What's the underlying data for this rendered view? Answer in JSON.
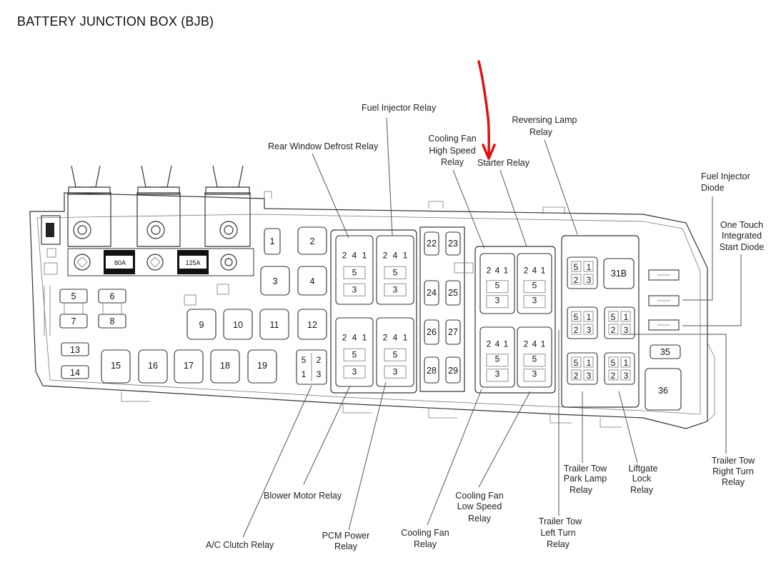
{
  "title": "BATTERY JUNCTION BOX (BJB)",
  "labels": {
    "fuel_injector_relay": "Fuel Injector Relay",
    "rear_window_defrost_relay": "Rear Window Defrost Relay",
    "cooling_fan_high_1": "Cooling Fan",
    "cooling_fan_high_2": "High Speed",
    "cooling_fan_high_3": "Relay",
    "starter_relay": "Starter Relay",
    "reversing_lamp_1": "Reversing Lamp",
    "reversing_lamp_2": "Relay",
    "fuel_injector_diode_1": "Fuel Injector",
    "fuel_injector_diode_2": "Diode",
    "one_touch_1": "One Touch",
    "one_touch_2": "Integrated",
    "one_touch_3": "Start Diode",
    "blower_motor_relay": "Blower Motor Relay",
    "ac_clutch_relay": "A/C Clutch Relay",
    "pcm_power_1": "PCM Power",
    "pcm_power_2": "Relay",
    "cooling_fan_relay_1": "Cooling Fan",
    "cooling_fan_relay_2": "Relay",
    "cooling_fan_low_1": "Cooling Fan",
    "cooling_fan_low_2": "Low Speed",
    "cooling_fan_low_3": "Relay",
    "trailer_tow_park_1": "Trailer Tow",
    "trailer_tow_park_2": "Park Lamp",
    "trailer_tow_park_3": "Relay",
    "liftgate_1": "Liftgate",
    "liftgate_2": "Lock",
    "liftgate_3": "Relay",
    "trailer_tow_left_1": "Trailer Tow",
    "trailer_tow_left_2": "Left Turn",
    "trailer_tow_left_3": "Relay",
    "trailer_tow_right_1": "Trailer Tow",
    "trailer_tow_right_2": "Right Turn",
    "trailer_tow_right_3": "Relay"
  },
  "fuses": {
    "f1": "1",
    "f2": "2",
    "f3": "3",
    "f4": "4",
    "f5": "5",
    "f6": "6",
    "f7": "7",
    "f8": "8",
    "f9": "9",
    "f10": "10",
    "f11": "11",
    "f12": "12",
    "f13": "13",
    "f14": "14",
    "f15": "15",
    "f16": "16",
    "f17": "17",
    "f18": "18",
    "f19": "19",
    "f22": "22",
    "f23": "23",
    "f24": "24",
    "f25": "25",
    "f26": "26",
    "f27": "27",
    "f28": "28",
    "f29": "29",
    "f31b": "31B",
    "f35": "35",
    "f36": "36",
    "mega80": "80A",
    "mega125": "125A"
  },
  "pins": {
    "p1": "1",
    "p2": "2",
    "p3": "3",
    "p4": "4",
    "p5": "5"
  },
  "colors": {
    "annotation_arrow": "#e01010",
    "line": "#555555"
  }
}
